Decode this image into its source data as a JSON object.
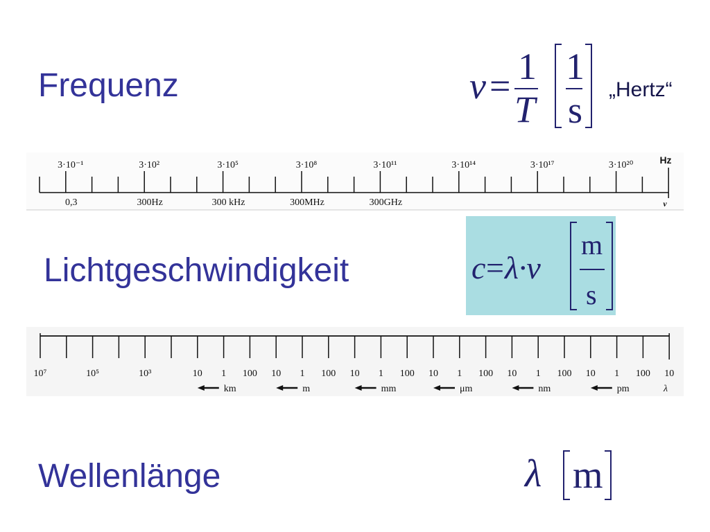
{
  "frequency": {
    "title": "Frequenz",
    "formula": {
      "symbol": "ν",
      "equals": "=",
      "numerator": "1",
      "denominator": "T",
      "unit_numerator": "1",
      "unit_denominator": "s",
      "unit_name": "„Hertz“"
    }
  },
  "frequency_scale": {
    "top_labels": [
      "3·10⁻¹",
      "3·10²",
      "3·10⁵",
      "3·10⁸",
      "3·10¹¹",
      "3·10¹⁴",
      "3·10¹⁷",
      "3·10²⁰"
    ],
    "unit": "Hz",
    "bottom_labels": [
      "0,3",
      "300Hz",
      "300 kHz",
      "300MHz",
      "300GHz"
    ],
    "axis_symbol": "ν"
  },
  "light_speed": {
    "title": "Lichtgeschwindigkeit",
    "formula": {
      "lhs": "c",
      "equals": "=",
      "rhs": "λ·ν",
      "unit_numerator": "m",
      "unit_denominator": "s"
    }
  },
  "wavelength_scale": {
    "tick_labels": [
      "10⁷",
      "",
      "10⁵",
      "",
      "10³",
      "",
      "10",
      "1",
      "100",
      "10",
      "1",
      "100",
      "10",
      "1",
      "100",
      "10",
      "1",
      "100",
      "10",
      "1",
      "100",
      "10",
      "1",
      "100",
      "10"
    ],
    "units": [
      "km",
      "m",
      "mm",
      "μm",
      "nm",
      "pm"
    ],
    "axis_symbol": "λ"
  },
  "wavelength": {
    "title": "Wellenlänge",
    "symbol": "λ",
    "unit": "m"
  },
  "colors": {
    "title": "#333399",
    "formula": "#22226e",
    "highlight_box": "#aadde2",
    "scale_ink": "#111111"
  }
}
